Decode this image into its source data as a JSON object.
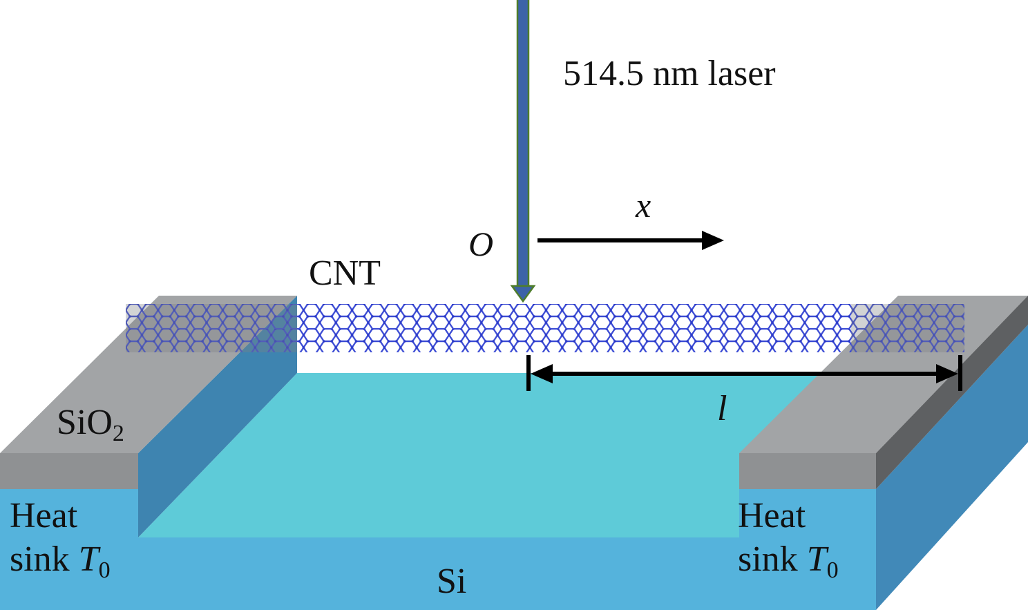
{
  "labels": {
    "laser": "514.5 nm laser",
    "origin": "O",
    "x_axis": "x",
    "cnt": "CNT",
    "length": "l",
    "oxide_base": "SiO",
    "oxide_sub": "2",
    "substrate": "Si",
    "heat_sink_line1": "Heat",
    "heat_sink_line2": "sink ",
    "heat_sink_temp": "T",
    "heat_sink_temp_sub": "0"
  },
  "colors": {
    "si_front": "#55b3dc",
    "si_trench_floor": "#5ecbd8",
    "si_right_side": "#4189b8",
    "oxide_top": "#a2a4a6",
    "oxide_front": "#8f9193",
    "oxide_inner_side": "#3e84b0",
    "laser_beam": "#3c63a8",
    "laser_edge": "#4e7d2c",
    "cnt_lattice": "#3b4bd4",
    "text": "#111111"
  }
}
